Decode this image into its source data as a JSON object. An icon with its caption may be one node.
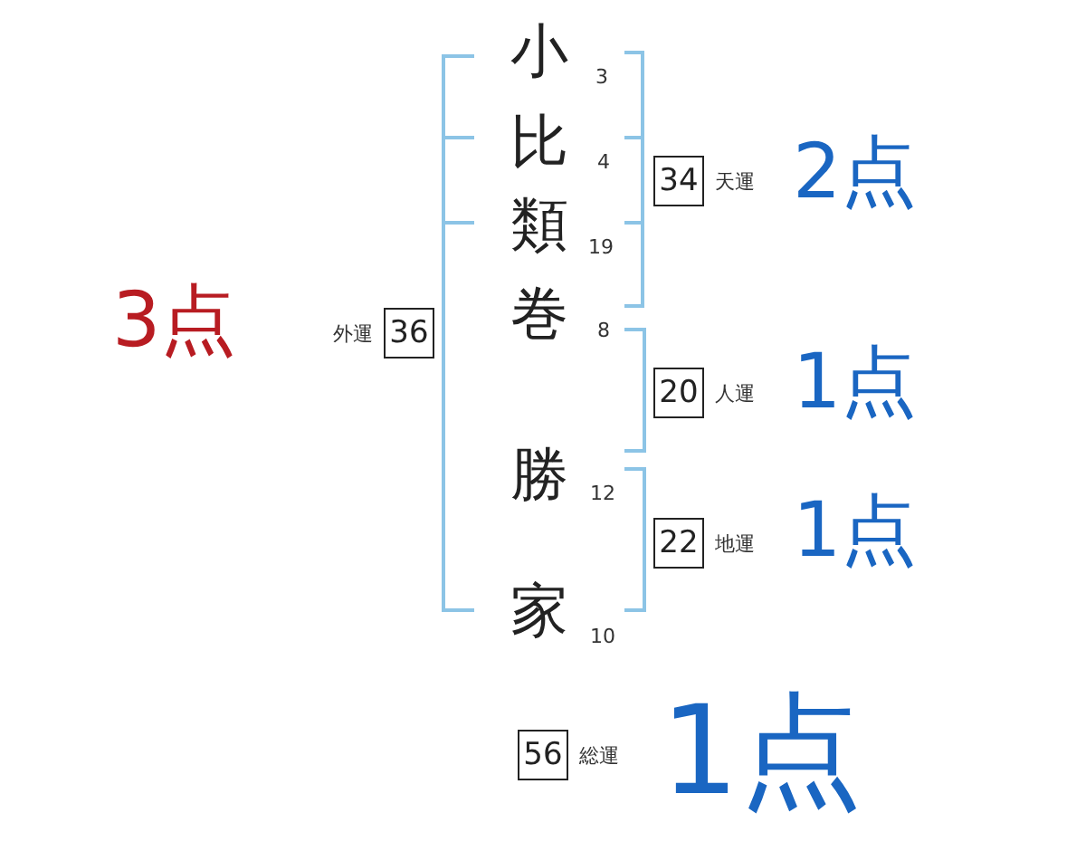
{
  "diagram": {
    "nodes": [
      {
        "text": [
          "34"
        ],
        "beside": [
          "天運"
        ]
      },
      {
        "text": [
          "36"
        ],
        "beside": [
          "外運"
        ]
      },
      {
        "text": [
          "20"
        ],
        "beside": [
          "人運"
        ]
      },
      {
        "text": [
          "22"
        ],
        "beside": [
          "地運"
        ]
      },
      {
        "text": [
          "56"
        ],
        "beside": [
          "総運"
        ]
      }
    ],
    "labels": [
      "小",
      "3",
      "比",
      "4",
      "類",
      "19",
      "巻",
      "8",
      "勝",
      "12",
      "家",
      "10",
      "3点",
      "2点",
      "1点",
      "1点",
      "1点"
    ]
  }
}
